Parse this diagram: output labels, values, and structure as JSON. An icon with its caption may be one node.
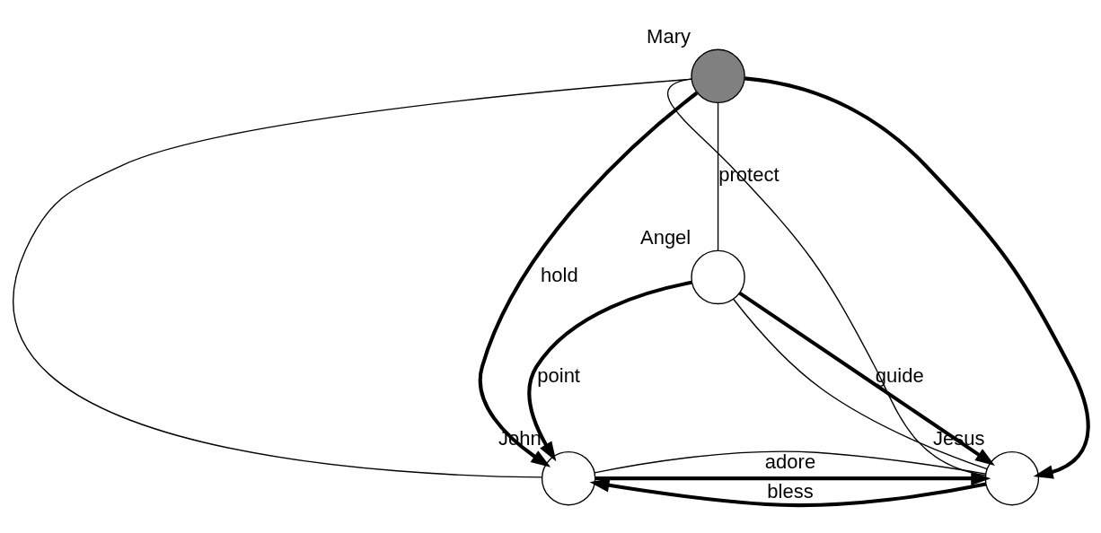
{
  "diagram": {
    "nodes": [
      {
        "text": [],
        "shape": "circle",
        "beside": [
          "Mary"
        ]
      },
      {
        "text": [],
        "shape": "circle",
        "beside": [
          "Angel"
        ]
      },
      {
        "text": [],
        "shape": "circle",
        "beside": [
          "John"
        ]
      },
      {
        "text": [],
        "shape": "circle",
        "beside": [
          "Jesus"
        ]
      }
    ],
    "edges": [
      {
        "from": 0,
        "to": 2,
        "arrow": "none"
      },
      {
        "from": 0,
        "to": 2,
        "arrow": "to",
        "label": "hold"
      },
      {
        "from": 0,
        "to": 3,
        "arrow": "none"
      },
      {
        "from": 0,
        "to": 3,
        "arrow": "to"
      },
      {
        "from": 0,
        "to": 1,
        "arrow": "none",
        "label": "protect"
      },
      {
        "from": 1,
        "to": 2,
        "arrow": "to",
        "label": "point"
      },
      {
        "from": 1,
        "to": 3,
        "arrow": "none"
      },
      {
        "from": 1,
        "to": 3,
        "arrow": "to",
        "label": "guide"
      },
      {
        "from": 2,
        "to": 3,
        "arrow": "none"
      },
      {
        "from": 2,
        "to": 3,
        "arrow": "to",
        "label": "adore"
      },
      {
        "from": 3,
        "to": 2,
        "arrow": "to",
        "label": "bless"
      }
    ]
  }
}
